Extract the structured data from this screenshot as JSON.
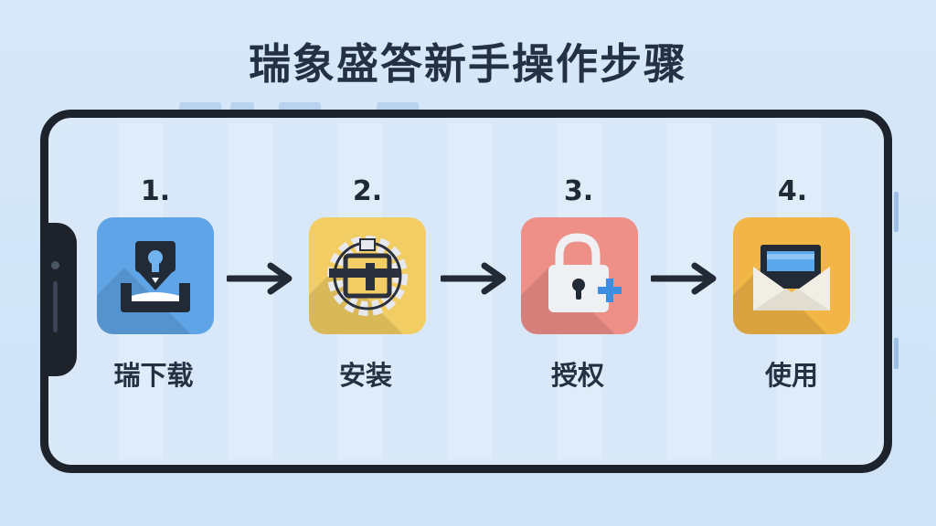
{
  "title": "瑞象盛答新手操作步骤",
  "steps": [
    {
      "number": "1.",
      "label": "瑞下载",
      "icon": "download-icon",
      "color": "#5fa4e6"
    },
    {
      "number": "2.",
      "label": "安装",
      "icon": "install-gear-icon",
      "color": "#f2cd63"
    },
    {
      "number": "3.",
      "label": "授权",
      "icon": "lock-plus-icon",
      "color": "#ee8f88"
    },
    {
      "number": "4.",
      "label": "使用",
      "icon": "envelope-icon",
      "color": "#f2b647"
    }
  ],
  "colors": {
    "background": "#cfe3f6",
    "frame": "#1d222b",
    "text": "#243142",
    "accent_blue": "#3d8de0"
  }
}
